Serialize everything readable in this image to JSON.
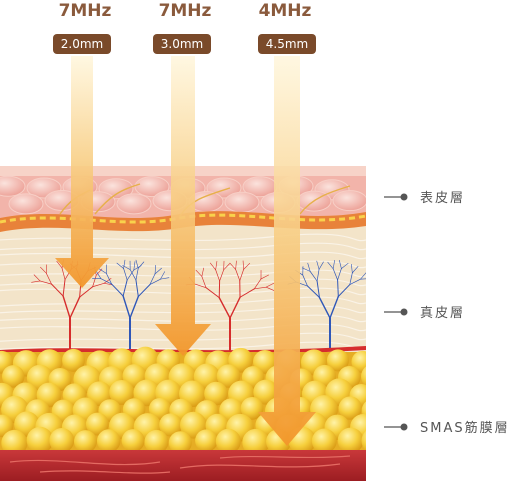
{
  "probes": [
    {
      "frequency": "7MHz",
      "depth": "2.0mm"
    },
    {
      "frequency": "7MHz",
      "depth": "3.0mm"
    },
    {
      "frequency": "4MHz",
      "depth": "4.5mm"
    }
  ],
  "layers": [
    {
      "name": "表皮層"
    },
    {
      "name": "真皮層"
    },
    {
      "name": "SMAS筋膜層"
    }
  ],
  "colors": {
    "arrow_top": "#fff6dc",
    "arrow_bottom": "#f29a2e",
    "badge": "#7a4a2a",
    "epidermis": "#f3b9b0",
    "dermis": "#f3e4c9",
    "fat": "#f4c43a",
    "muscle": "#b8282a",
    "artery": "#d62d2d",
    "vein": "#2f57b8"
  }
}
